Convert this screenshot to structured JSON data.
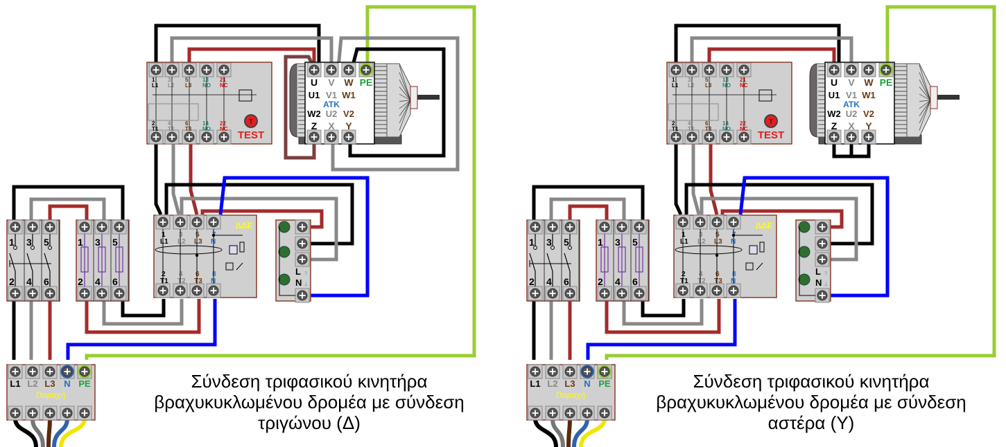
{
  "diagrams": [
    {
      "id": "delta",
      "connection": "delta",
      "caption": [
        "Σύνδεση τριφασικού κινητήρα",
        "βραχυκυκλωμένου δρομέα με σύνδεση",
        "τριγώνου (Δ)"
      ]
    },
    {
      "id": "star",
      "connection": "star",
      "caption": [
        "Σύνδεση τριφασικού κινητήρα",
        "βραχυκυκλωμένου δρομέα με σύνδεση",
        "αστέρα (Υ)"
      ]
    }
  ],
  "supply": {
    "label": "Παροχή",
    "terminals": [
      "L1",
      "L2",
      "L3",
      "N",
      "PE"
    ],
    "cable_colors": [
      "#000000",
      "#777777",
      "#5a2a0a",
      "#2f63b0",
      "#f2e600"
    ]
  },
  "switch": {
    "top_numbers": [
      "1",
      "3",
      "5"
    ],
    "bottom_numbers": [
      "2",
      "4",
      "6"
    ]
  },
  "fuses": {
    "top_numbers": [
      "1",
      "3",
      "5"
    ],
    "bottom_numbers": [
      "2",
      "4",
      "6"
    ]
  },
  "rcd": {
    "label": "ΔΔΕ",
    "top_numbers": [
      "1",
      "3",
      "5",
      "7"
    ],
    "top_labels": [
      "L1",
      "L2",
      "L3",
      "N"
    ],
    "bottom_numbers": [
      "2",
      "4",
      "6",
      "8"
    ],
    "bottom_labels": [
      "T1",
      "T2",
      "T3",
      "N"
    ]
  },
  "phase_indicator": {
    "label_l": "L",
    "label_n": "N",
    "arrow_up": "↑",
    "arrow_down": "↓"
  },
  "thermal_relay": {
    "top_numbers": [
      "1",
      "3",
      "5",
      "13",
      "21"
    ],
    "top_labels": [
      "L1",
      "L2",
      "L3",
      "NO",
      "NC"
    ],
    "bottom_numbers": [
      "2",
      "4",
      "6",
      "14",
      "22"
    ],
    "bottom_labels": [
      "T1",
      "T2",
      "T3",
      "NO",
      "NC"
    ],
    "test_button_glyph": "T",
    "test_label": "TEST"
  },
  "motor": {
    "top_terminals": [
      "U",
      "V",
      "W",
      "PE"
    ],
    "row1": [
      "U1",
      "V1",
      "W1"
    ],
    "center_label": "ATK",
    "row2": [
      "W2",
      "U2",
      "V2"
    ],
    "bottom_terminals": [
      "Z",
      "X",
      "Y"
    ]
  },
  "colors": {
    "L1": "#000000",
    "L2": "#888888",
    "L3": "#a52a2a",
    "N": "#0000ff",
    "PE": "#9acd32",
    "bridge": "#7b3f3f",
    "panel": "#d0d0d0",
    "panel_border": "#8b3a2a",
    "label_L1": "#000000",
    "label_L2": "#888888",
    "label_L3": "#6b3a10",
    "label_N": "#2a6fc0",
    "label_PE": "#1aa33a",
    "label_NO": "#1a8a7a",
    "label_NC": "#e01010",
    "rcd_label": "#ffff00",
    "supply_label": "#ffff00",
    "test_red": "#e02020",
    "fuse_purple": "#7030a0"
  }
}
